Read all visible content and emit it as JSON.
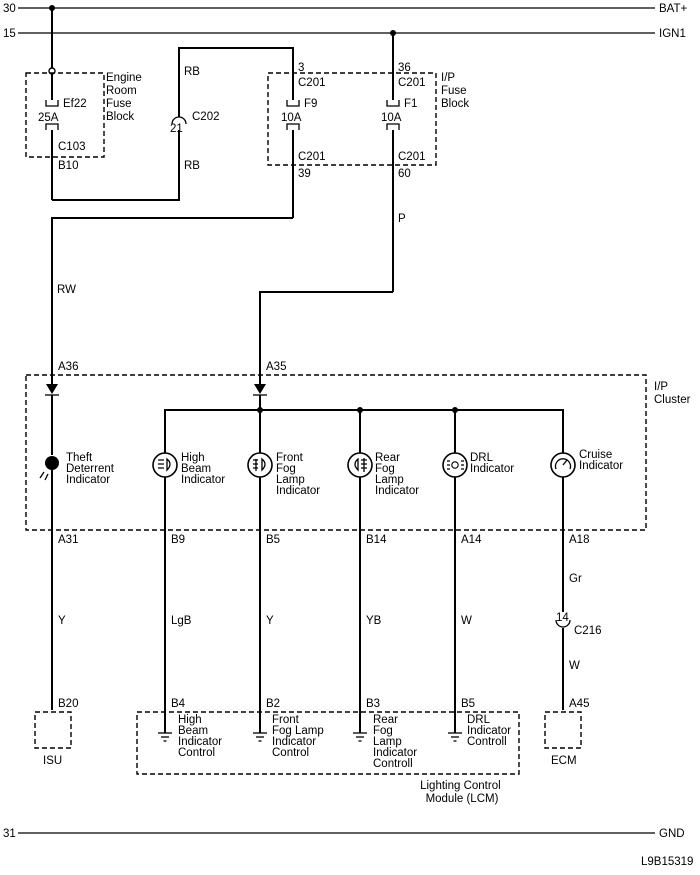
{
  "rails": {
    "bat_left": "30",
    "bat_right": "BAT+",
    "ign_left": "15",
    "ign_right": "IGN1",
    "gnd_left": "31",
    "gnd_right": "GND"
  },
  "engine_fuse_block": {
    "name_lines": [
      "Engine",
      "Room",
      "Fuse",
      "Block"
    ],
    "fuse": "Ef22",
    "rating": "25A",
    "connector": "C103",
    "pin": "B10"
  },
  "c202": {
    "pin": "21",
    "connector": "C202",
    "wire_top": "RB",
    "wire_bottom": "RB"
  },
  "ip_fuse_block": {
    "name_lines": [
      "I/P",
      "Fuse",
      "Block"
    ],
    "f9": {
      "top_pin": "3",
      "top_conn": "C201",
      "fuse": "F9",
      "rating": "10A",
      "bot_conn": "C201",
      "bot_pin": "39"
    },
    "f1": {
      "top_pin": "36",
      "top_conn": "C201",
      "fuse": "F1",
      "rating": "10A",
      "bot_conn": "C201",
      "bot_pin": "60"
    }
  },
  "wires": {
    "rw": "RW",
    "p": "P"
  },
  "cluster": {
    "name_lines": [
      "I/P",
      "Cluster"
    ],
    "pin_a36": "A36",
    "pin_a35": "A35",
    "indicators": [
      {
        "lines": [
          "Theft",
          "Deterrent",
          "Indicator"
        ],
        "pin": "A31",
        "wire": "Y"
      },
      {
        "lines": [
          "High",
          "Beam",
          "Indicator"
        ],
        "pin": "B9",
        "wire": "LgB"
      },
      {
        "lines": [
          "Front",
          "Fog",
          "Lamp",
          "Indicator"
        ],
        "pin": "B5",
        "wire": "Y"
      },
      {
        "lines": [
          "Rear",
          "Fog",
          "Lamp",
          "Indicator"
        ],
        "pin": "B14",
        "wire": "YB"
      },
      {
        "lines": [
          "DRL",
          "Indicator"
        ],
        "pin": "A14",
        "wire": "W"
      },
      {
        "lines": [
          "Cruise",
          "Indicator"
        ],
        "pin": "A18",
        "wire": "Gr"
      }
    ]
  },
  "c216": {
    "pin": "14",
    "connector": "C216",
    "wire_below": "W"
  },
  "isu": {
    "pin": "B20",
    "label": "ISU"
  },
  "ecm": {
    "pin": "A45",
    "label": "ECM"
  },
  "lcm": {
    "name_lines": [
      "Lighting Control",
      "Module (LCM)"
    ],
    "controls": [
      {
        "pin": "B4",
        "lines": [
          "High",
          "Beam",
          "Indicator",
          "Control"
        ]
      },
      {
        "pin": "B2",
        "lines": [
          "Front",
          "Fog Lamp",
          "Indicator",
          "Control"
        ]
      },
      {
        "pin": "B3",
        "lines": [
          "Rear",
          "Fog",
          "Lamp",
          "Indicator",
          "Controll"
        ]
      },
      {
        "pin": "B5",
        "lines": [
          "DRL",
          "Indicator",
          "Controll"
        ]
      }
    ]
  },
  "figure_id": "L9B15319"
}
